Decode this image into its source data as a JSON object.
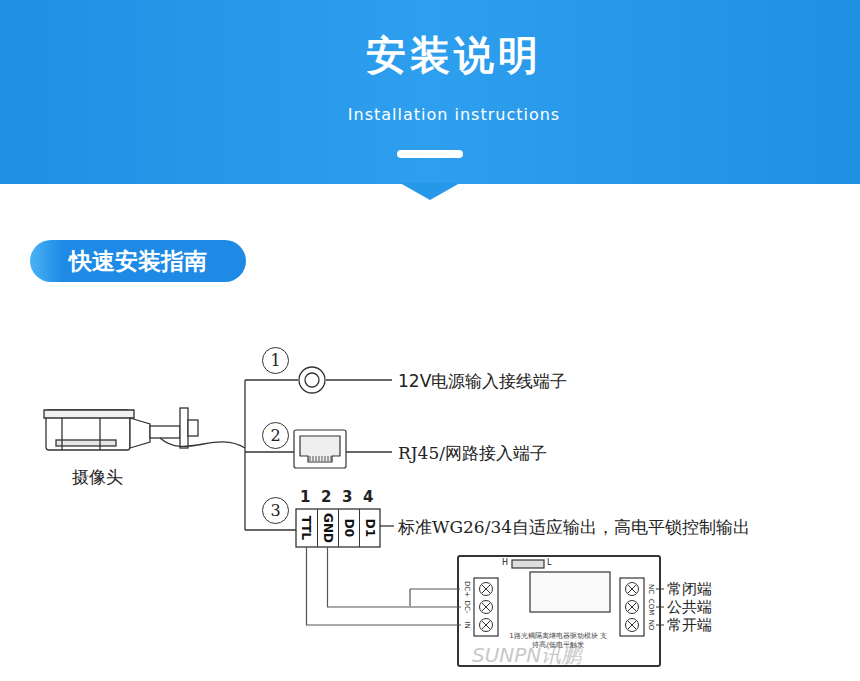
{
  "diagram": {
    "nodes": [
      {
        "text": [
          "安装说明",
          "Installation instructions"
        ]
      },
      {
        "text": [
          "快速安装指南"
        ]
      },
      {
        "text": [
          "1"
        ]
      },
      {
        "text": [
          "2"
        ]
      },
      {
        "text": [
          "3"
        ]
      },
      {
        "text": [
          "TTL"
        ]
      },
      {
        "text": [
          "GND"
        ]
      },
      {
        "text": [
          "D0"
        ]
      },
      {
        "text": [
          "D1"
        ]
      },
      {
        "text": [
          "1路光耦隔离继电器驱动模块 支持高/低电平触发"
        ]
      },
      {
        "text": [
          "DC+"
        ],
        "in": 9
      },
      {
        "text": [
          "DC-"
        ],
        "in": 9
      },
      {
        "text": [
          "IN"
        ],
        "in": 9
      },
      {
        "text": [
          "NC"
        ],
        "in": 9
      },
      {
        "text": [
          "COM"
        ],
        "in": 9
      },
      {
        "text": [
          "NO"
        ],
        "in": 9
      }
    ],
    "edges": [
      {
        "from": 5,
        "to": 12,
        "arrow": "none"
      },
      {
        "from": 6,
        "to": 11,
        "arrow": "none"
      }
    ],
    "labels": [
      "12V电源输入接线端子",
      "RJ45/网路接入端子",
      "标准WG26/34自适应输出，高电平锁控制输出",
      "摄像头",
      "1",
      "2",
      "3",
      "4",
      "常闭端",
      "公共端",
      "常开端",
      "H",
      "L",
      "SUNPN讯鹏"
    ]
  }
}
